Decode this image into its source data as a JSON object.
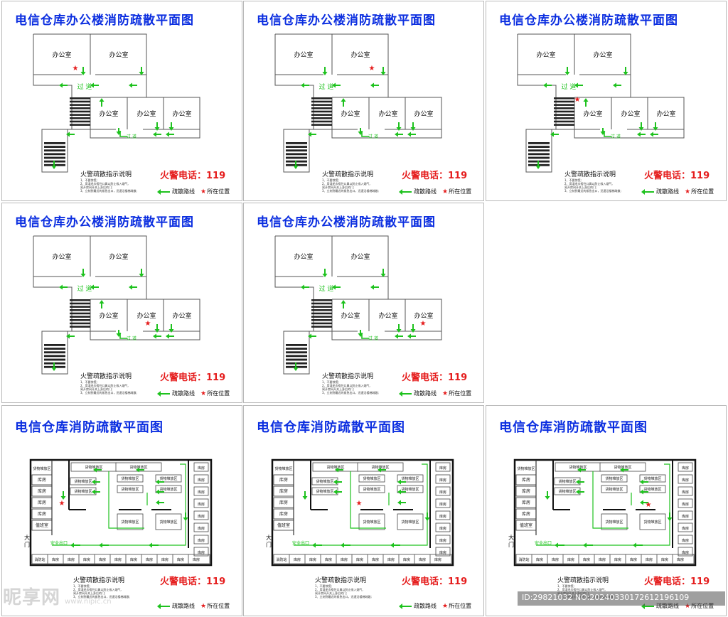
{
  "office": {
    "title": "电信仓库办公楼消防疏散平面图",
    "room_label": "办公室",
    "corridor_label": "过    道",
    "corridor_label_small": "过 道",
    "notes_title": "火警疏散指示说明",
    "notes": [
      "1、不要惊慌;",
      "2、用湿毛巾捂住口鼻以防止吸入烟气,",
      "   离开房间开关上身后的门;",
      "3、立刻到最近的紧急出口，迅速沿楼梯疏散;"
    ],
    "fire_phone": "火警电话：119",
    "legend_route": "疏散路线",
    "legend_here": "所在位置"
  },
  "warehouse": {
    "title": "电信仓库消防疏散平面图",
    "storage_label": "货物堆放区",
    "kufang": "库房",
    "duty_room": "值班室",
    "fire_passage": "消防站",
    "gate": "大门",
    "exit": "安全出口"
  },
  "panels": [
    {
      "id": "p1",
      "type": "office",
      "star": 1
    },
    {
      "id": "p2",
      "type": "office",
      "star": 2
    },
    {
      "id": "p3",
      "type": "office",
      "star": 3
    },
    {
      "id": "p4",
      "type": "office",
      "star": 4
    },
    {
      "id": "p5",
      "type": "office",
      "star": 5
    },
    {
      "id": "p6",
      "type": "warehouse",
      "star": 1
    },
    {
      "id": "p7",
      "type": "warehouse",
      "star": 2
    },
    {
      "id": "p8",
      "type": "warehouse",
      "star": 3
    }
  ],
  "watermark": {
    "text": "昵享网",
    "site": "www.nipic.cn"
  },
  "id_bar": "ID:29821032 NO:20240330172612196109",
  "colors": {
    "title_blue": "#0b2ee0",
    "fire_red": "#e51c1c",
    "route_green": "#1ec21e"
  }
}
